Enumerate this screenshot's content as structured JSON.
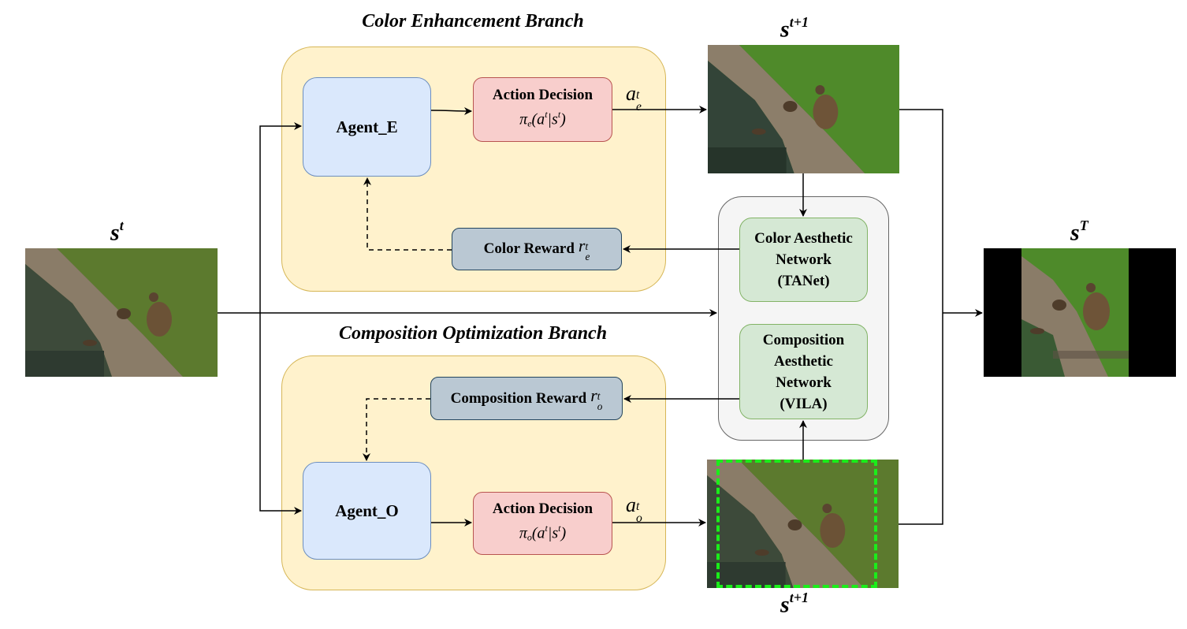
{
  "colors": {
    "branch_fill": "#fff2cc",
    "branch_stroke": "#d6b656",
    "agent_fill": "#dae8fc",
    "action_fill": "#f8cecc",
    "reward_fill": "#bac8d3",
    "network_fill": "#d5e8d4",
    "evaluator_fill": "#f5f5f5",
    "crop_box": "#1aee1a"
  },
  "input_state": {
    "symbol": "s",
    "superscript": "t"
  },
  "output_state": {
    "symbol": "s",
    "superscript": "T"
  },
  "color_branch": {
    "title": "Color Enhancement Branch",
    "agent_label": "Agent_E",
    "action": {
      "title": "Action Decision",
      "policy": "π",
      "policy_sub": "e",
      "formula_body": "(a",
      "formula_sup1": "t",
      "formula_mid": "|s",
      "formula_sup2": "t",
      "formula_end": ")"
    },
    "action_output": {
      "symbol": "a",
      "superscript": "t",
      "subscript": "e"
    },
    "reward": {
      "label": "Color Reward",
      "symbol": "r",
      "superscript": "t",
      "subscript": "e"
    },
    "next_state": {
      "symbol": "s",
      "superscript": "t+1"
    }
  },
  "composition_branch": {
    "title": "Composition Optimization Branch",
    "agent_label": "Agent_O",
    "action": {
      "title": "Action Decision",
      "policy": "π",
      "policy_sub": "o",
      "formula_body": "(a",
      "formula_sup1": "t",
      "formula_mid": "|s",
      "formula_sup2": "t",
      "formula_end": ")"
    },
    "action_output": {
      "symbol": "a",
      "superscript": "t",
      "subscript": "o"
    },
    "reward": {
      "label": "Composition Reward",
      "symbol": "r",
      "superscript": "t",
      "subscript": "o"
    },
    "next_state": {
      "symbol": "s",
      "superscript": "t+1"
    }
  },
  "evaluator": {
    "color_network": {
      "line1": "Color Aesthetic",
      "line2": "Network",
      "line3": "(TANet)"
    },
    "composition_network": {
      "line1": "Composition",
      "line2": "Aesthetic",
      "line3": "Network",
      "line4": "(VILA)"
    }
  },
  "icons": {
    "photo": "duck-photo",
    "arrow": "arrow-head",
    "crop": "dashed-crop-box"
  }
}
